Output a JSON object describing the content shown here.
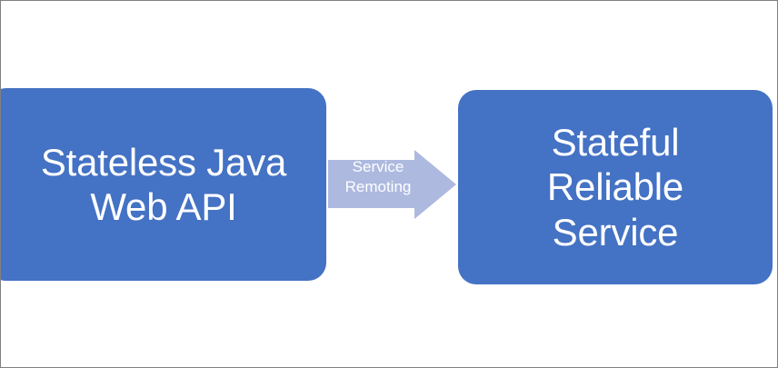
{
  "diagram": {
    "type": "flow",
    "background_color": "#FFFFFF",
    "border_color": "#808080",
    "nodes": [
      {
        "id": "stateless-java-web-api",
        "label": "Stateless Java\nWeb API",
        "fill_color": "#4472C4",
        "text_color": "#FFFFFF",
        "shape": "rounded-rectangle"
      },
      {
        "id": "stateful-reliable-service",
        "label": "Stateful\nReliable\nService",
        "fill_color": "#4472C4",
        "text_color": "#FFFFFF",
        "shape": "rounded-rectangle"
      }
    ],
    "connector": {
      "id": "service-remoting-arrow",
      "label": "Service\nRemoting",
      "fill_color": "#ADB9DF",
      "text_color": "#FFFFFF",
      "direction": "left-to-right",
      "shape": "block-arrow",
      "from": "stateless-java-web-api",
      "to": "stateful-reliable-service"
    }
  }
}
